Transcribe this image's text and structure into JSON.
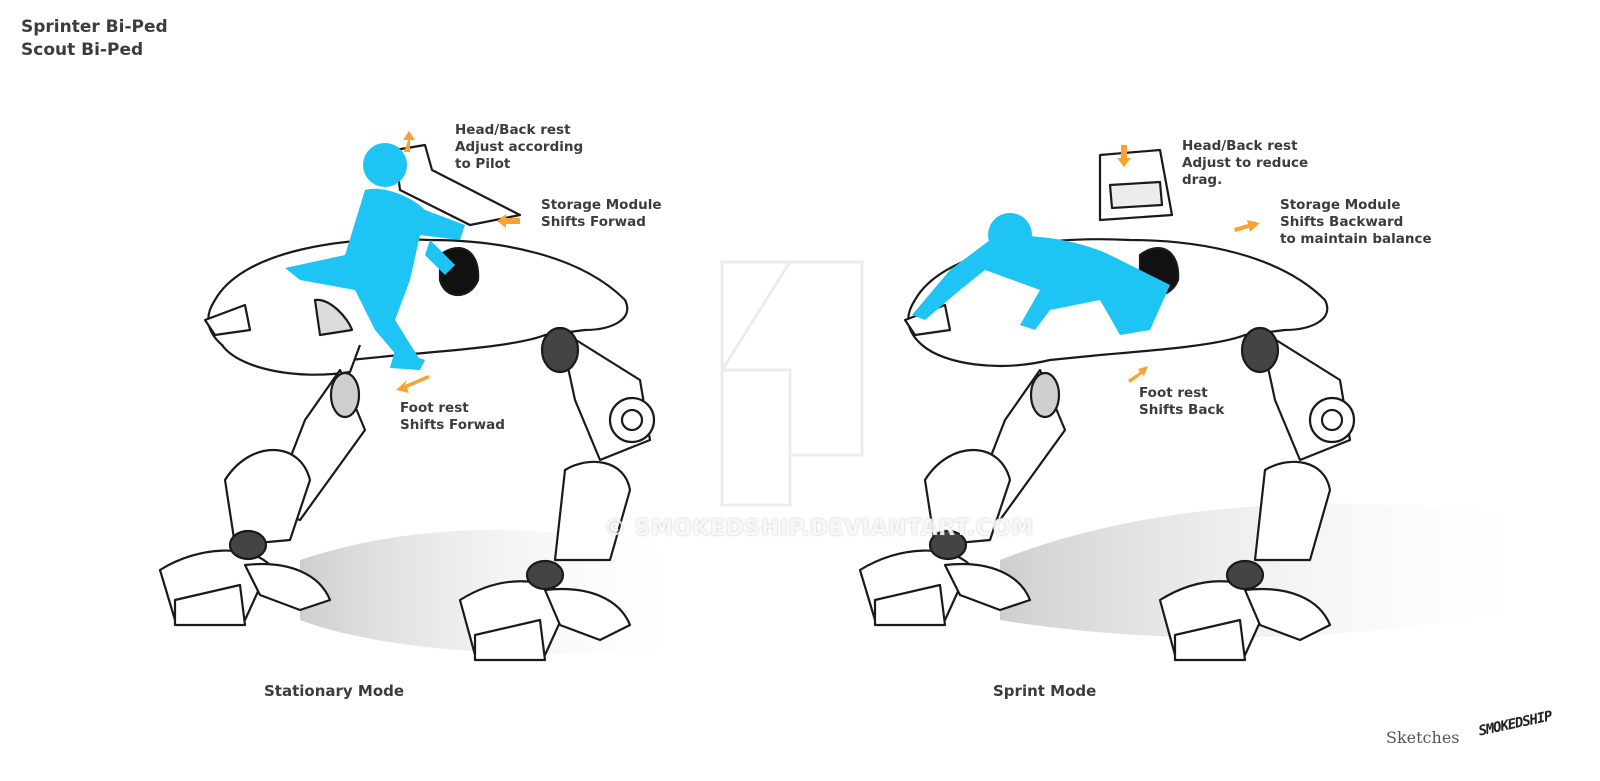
{
  "header": {
    "line1": "Sprinter Bi-Ped",
    "line2": "Scout Bi-Ped"
  },
  "left_mech": {
    "mode_label": "Stationary Mode",
    "headrest": [
      "Head/Back rest",
      "Adjust according",
      "to Pilot"
    ],
    "storage": [
      "Storage Module",
      "Shifts Forwad"
    ],
    "footrest": [
      "Foot rest",
      "Shifts Forwad"
    ]
  },
  "right_mech": {
    "mode_label": "Sprint Mode",
    "headrest": [
      "Head/Back rest",
      "Adjust to reduce",
      "drag."
    ],
    "storage": [
      "Storage Module",
      "Shifts Backward",
      "to maintain balance"
    ],
    "footrest": [
      "Foot rest",
      "Shifts Back"
    ]
  },
  "watermark": "© SMOKEDSHIP.DEVIANTART.COM",
  "footer": {
    "sketches": "Sketches",
    "logo": "SMOKEDSHIP"
  },
  "colors": {
    "pilot": "#1ec4f4",
    "arrow": "#f7a331",
    "text": "#3c3c3c",
    "shadow": "#d8d8d8"
  }
}
